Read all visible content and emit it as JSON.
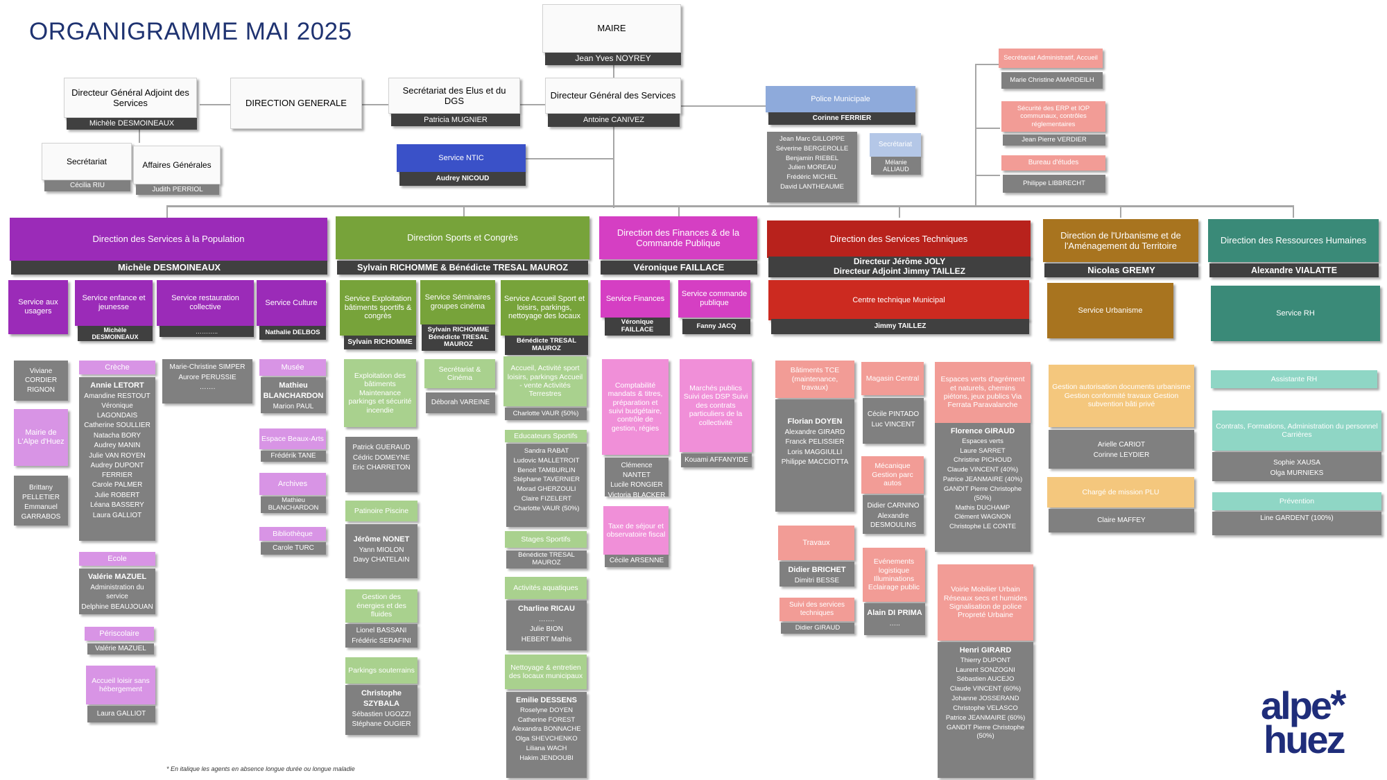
{
  "title": "ORGANIGRAMME MAI 2025",
  "footnote": "* En italique les agents en absence longue durée ou longue maladie",
  "logo": {
    "line1": "alpe",
    "line2": "huez",
    "glyph": "*"
  },
  "top": {
    "maire": {
      "title": "MAIRE",
      "name": "Jean Yves NOYREY"
    },
    "dga": {
      "title": "Directeur Général Adjoint des Services",
      "name": "Michèle DESMOINEAUX"
    },
    "direction_generale": "DIRECTION GENERALE",
    "secretariat_elus": {
      "title": "Secrétariat des Elus et du DGS",
      "name": "Patricia MUGNIER"
    },
    "dgs": {
      "title": "Directeur Général des Services",
      "name": "Antoine CANIVEZ"
    },
    "secretariat": {
      "title": "Secrétariat",
      "name": "Cécilia RIU"
    },
    "affaires_generales": {
      "title": "Affaires Générales",
      "name": "Judith PERRIOL"
    },
    "ntic": {
      "title": "Service NTIC",
      "name": "Audrey NICOUD"
    },
    "police": {
      "title": "Police Municipale",
      "name": "Corinne FERRIER",
      "members": [
        "Jean Marc GILLOPPE",
        "Séverine BERGEROLLE",
        "Benjamin RIEBEL",
        "Julien MOREAU",
        "Frédéric MICHEL",
        "David LANTHEAUME"
      ],
      "secretariat": "Secrétariat",
      "secretariat_name": "Mélanie ALLIAUD"
    },
    "right_services": [
      {
        "title": "Secrétariat Administratif, Accueil",
        "name": "Marie Christine AMARDEILH"
      },
      {
        "title": "Sécurité des ERP et IOP communaux, contrôles réglementaires",
        "name": "Jean Pierre VERDIER"
      },
      {
        "title": "Bureau d'études",
        "name": "Philippe LIBBRECHT"
      }
    ]
  },
  "directions": [
    {
      "title": "Direction des Services à la Population",
      "name": "Michèle DESMOINEAUX",
      "color": "#9b2bb8"
    },
    {
      "title": "Direction Sports et Congrès",
      "name": "Sylvain RICHOMME & Bénédicte TRESAL MAUROZ",
      "color": "#77a33a"
    },
    {
      "title": "Direction des Finances & de la Commande Publique",
      "name": "Véronique FAILLACE",
      "color": "#d53fc3"
    },
    {
      "title": "Direction des Services Techniques",
      "name1": "Directeur Jérôme JOLY",
      "name2": "Directeur Adjoint Jimmy TAILLEZ",
      "color": "#b8221c"
    },
    {
      "title": "Direction de l'Urbanisme et de l'Aménagement du Territoire",
      "name": "Nicolas GREMY",
      "color": "#a8741f"
    },
    {
      "title": "Direction des Ressources Humaines",
      "name": "Alexandre VIALATTE",
      "color": "#3a8a78"
    }
  ],
  "population": {
    "services": [
      {
        "title": "Service aux usagers",
        "name": ""
      },
      {
        "title": "Service enfance et jeunesse",
        "name": "Michèle DESMOINEAUX"
      },
      {
        "title": "Service restauration collective",
        "name": "……….."
      },
      {
        "title": "Service Culture",
        "name": "Nathalie DELBOS"
      }
    ],
    "usagers_list": [
      "Viviane CORDIER RIGNON"
    ],
    "mairie_alpe": "Mairie de L'Alpe d'Huez",
    "mairie_list": [
      "Brittany PELLETIER",
      "Emmanuel GARRABOS"
    ],
    "creche": "Crèche",
    "creche_head": "Annie LETORT",
    "creche_list": [
      "Amandine RESTOUT",
      "Véronique LAGONDAIS",
      "Catherine SOULLIER",
      "Natacha BORY",
      "Audrey MANIN",
      "Julie VAN ROYEN",
      "Audrey DUPONT FERRIER",
      "Carole PALMER",
      "Julie ROBERT",
      "Léana BASSERY",
      "Laura GALLIOT"
    ],
    "ecole": "Ecole",
    "ecole_head": "Valérie MAZUEL",
    "ecole_list": [
      "Administration du service",
      "Delphine BEAUJOUAN"
    ],
    "periscolaire": "Périscolaire",
    "periscolaire_name": "Valérie MAZUEL",
    "accueil": "Accueil loisir sans hébergement",
    "accueil_name": "Laura GALLIOT",
    "restauration_list": [
      "Marie-Christine SIMPER",
      "Aurore PERUSSIE",
      "……."
    ],
    "musee": "Musée",
    "musee_head": "Mathieu BLANCHARDON",
    "musee_list": [
      "Marion PAUL"
    ],
    "espace": "Espace Beaux-Arts",
    "espace_name": "Frédérik TANE",
    "archives": "Archives",
    "archives_name": "Mathieu BLANCHARDON",
    "bibliotheque": "Bibliothèque",
    "bibliotheque_name": "Carole TURC"
  },
  "sports": {
    "services": [
      {
        "title": "Service Exploitation bâtiments sportifs & congrès",
        "name": "Sylvain RICHOMME"
      },
      {
        "title": "Service Séminaires groupes cinéma",
        "name": "Sylvain RICHOMME Bénédicte TRESAL MAUROZ"
      },
      {
        "title": "Service Accueil Sport et loisirs, parkings, nettoyage des locaux",
        "name": "Bénédicte TRESAL MAUROZ"
      }
    ],
    "exploitation": "Exploitation des bâtiments Maintenance parkings et sécurité incendie",
    "exploitation_list": [
      "Patrick GUERAUD",
      "Cédric DOMEYNE",
      "Eric CHARRETON"
    ],
    "patinoire": "Patinoire Piscine",
    "patinoire_head": "Jérôme NONET",
    "patinoire_list": [
      "Yann MIOLON",
      "Davy CHATELAIN"
    ],
    "gestion_energies": "Gestion des énergies et des fluides",
    "gestion_list": [
      "Lionel BASSANI",
      "Frédéric SERAFINI"
    ],
    "parkings": "Parkings souterrains",
    "parkings_head": "Christophe SZYBALA",
    "parkings_list": [
      "Sébastien UGOZZI",
      "Stéphane OUGIER"
    ],
    "secretariat_cinema": "Secrétariat & Cinéma",
    "secretariat_cinema_name": "Déborah VAREINE",
    "accueil_activite": "Accueil, Activité sport loisirs, parkings Accueil - vente Activités Terrestres",
    "accueil_activite_name": "Charlotte VAUR (50%)",
    "educateurs": "Educateurs Sportifs",
    "educateurs_list": [
      "Sandra RABAT",
      "Ludovic MALLETROIT",
      "Benoit TAMBURLIN",
      "Stéphane TAVERNIER",
      "Morad GHERZOULI",
      "Claire FIZELERT",
      "Charlotte VAUR (50%)"
    ],
    "stages": "Stages Sportifs",
    "stages_name": "Bénédicte TRESAL MAUROZ",
    "activites": "Activités aquatiques",
    "activites_head": "Charline RICAU",
    "activites_list": [
      "…….",
      "Julie BION",
      "HEBERT Mathis"
    ],
    "nettoyage": "Nettoyage & entretien des locaux municipaux",
    "nettoyage_head": "Emilie DESSENS",
    "nettoyage_list": [
      "Roselyne DOYEN",
      "Catherine FOREST",
      "Alexandra BONNACHE",
      "Olga SHEVCHENKO",
      "Liliana WACH",
      "Hakim JENDOUBI"
    ]
  },
  "finances": {
    "services": [
      {
        "title": "Service Finances",
        "name": "Véronique FAILLACE"
      },
      {
        "title": "Service commande publique",
        "name": "Fanny JACQ"
      }
    ],
    "comptabilite": "Comptabilité mandats & titres, préparation et suivi budgétaire, contrôle de gestion, régies",
    "comptabilite_list": [
      "Clémence NANTET",
      "Lucile RONGIER",
      "Victoria BLACKER"
    ],
    "taxe": "Taxe de séjour et observatoire fiscal",
    "taxe_name": "Cécile ARSENNE",
    "marches": "Marchés publics  Suivi des DSP  Suivi des contrats particuliers de la collectivité",
    "marches_name": "Kouami AFFANYIDE"
  },
  "techniques": {
    "centre": "Centre technique Municipal",
    "centre_name": "Jimmy TAILLEZ",
    "batiments": "Bâtiments TCE (maintenance, travaux)",
    "batiments_head": "Florian DOYEN",
    "batiments_list": [
      "Alexandre GIRARD",
      "Franck PELISSIER",
      "Loris MAGGIULLI",
      "Philippe MACCIOTTA"
    ],
    "travaux": "Travaux",
    "travaux_head": "Didier BRICHET",
    "travaux_list": [
      "Dimitri BESSE"
    ],
    "suivi": "Suivi des services techniques",
    "suivi_name": "Didier GIRAUD",
    "magasin": "Magasin Central",
    "magasin_list": [
      "Cécile PINTADO",
      "Luc VINCENT"
    ],
    "mecanique": "Mécanique Gestion parc autos",
    "mecanique_list": [
      "Didier CARNINO",
      "Alexandre DESMOULINS"
    ],
    "evenements": "Evénements logistique Illuminations Eclairage public",
    "evenements_head": "Alain DI PRIMA",
    "evenements_list": [
      "….."
    ],
    "espaces": "Espaces verts d'agrément et naturels, chemins piétons, jeux publics Via Ferrata Paravalanche",
    "espaces_head": "Florence GIRAUD",
    "espaces_list": [
      "Espaces verts",
      "Laure SARRET",
      "Christine PICHOUD",
      "Claude VINCENT (40%)",
      "Patrice JEANMAIRE (40%)",
      "GANDIT Pierre Christophe (50%)",
      "Mathis DUCHAMP",
      "Clément WAGNON",
      "Christophe LE CONTE"
    ],
    "voirie": "Voirie  Mobilier Urbain  Réseaux secs et humides  Signalisation de police  Propreté Urbaine",
    "voirie_head": "Henri GIRARD",
    "voirie_list": [
      "Thierry DUPONT",
      "Laurent SONZOGNI",
      "Sébastien AUCEJO",
      "Claude VINCENT (60%)",
      "Johanne JOSSERAND",
      "Christophe VELASCO",
      "Patrice JEANMAIRE (60%)",
      "GANDIT Pierre Christophe (50%)"
    ]
  },
  "urbanisme": {
    "service": "Service Urbanisme",
    "gestion": "Gestion autorisation documents urbanisme  Gestion conformité travaux  Gestion subvention bâti privé",
    "gestion_list": [
      "Arielle CARIOT",
      "Corinne LEYDIER"
    ],
    "charge": "Chargé de mission PLU",
    "charge_name": "Claire MAFFEY"
  },
  "rh": {
    "service": "Service RH",
    "assistante": "Assistante RH",
    "contrats": "Contrats, Formations, Administration du personnel  Carrières",
    "contrats_list": [
      "Sophie XAUSA",
      "Olga MURNIEKS"
    ],
    "prevention": "Prévention",
    "prevention_name": "Line GARDENT (100%)"
  },
  "colors": {
    "title": "#1f3371",
    "purple": "#9b2bb8",
    "green": "#77a33a",
    "pink": "#d53fc3",
    "red": "#b8221c",
    "ochre": "#a8741f",
    "teal": "#3a8a78",
    "blue": "#3a51c8",
    "grey": "#808080"
  }
}
